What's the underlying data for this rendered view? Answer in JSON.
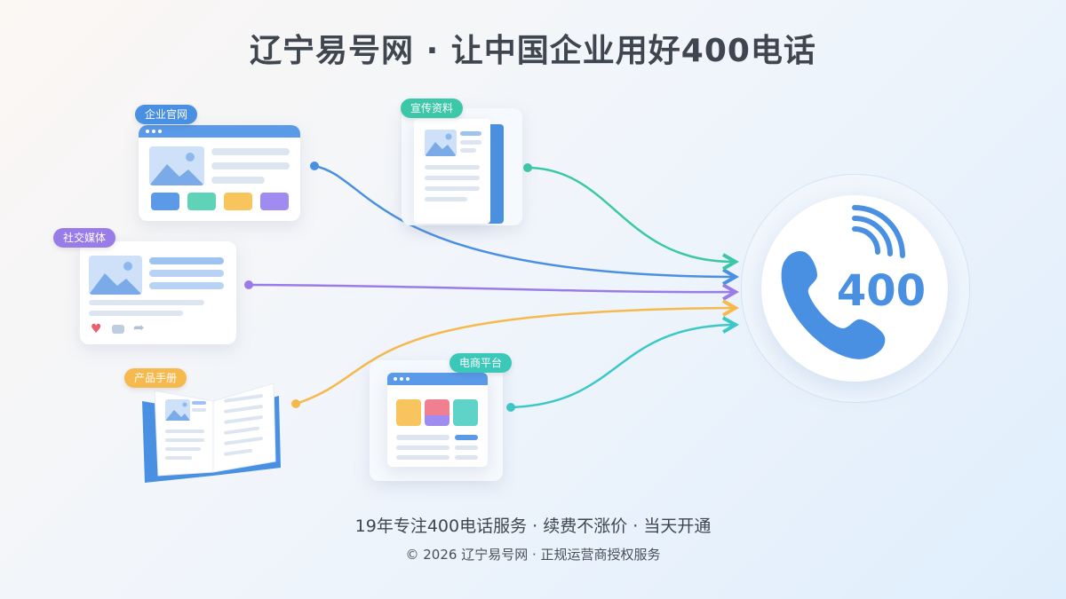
{
  "title": "辽宁易号网 · 让中国企业用好400电话",
  "sources": {
    "website": "企业官网",
    "brochure": "宣传资料",
    "social": "社交媒体",
    "manual": "产品手册",
    "ecommerce": "电商平台"
  },
  "hub": {
    "number": "400"
  },
  "footer": {
    "tagline": "19年专注400电话服务 · 续费不涨价 · 当天开通",
    "copyright": "© 2026 辽宁易号网 · 正规运营商授权服务"
  },
  "colors": {
    "website": "#4a90e2",
    "brochure": "#3cc8a8",
    "social": "#9a7ce8",
    "manual": "#f5b94e",
    "ecommerce": "#3cc8c8",
    "hub_blue": "#4a90e2"
  }
}
